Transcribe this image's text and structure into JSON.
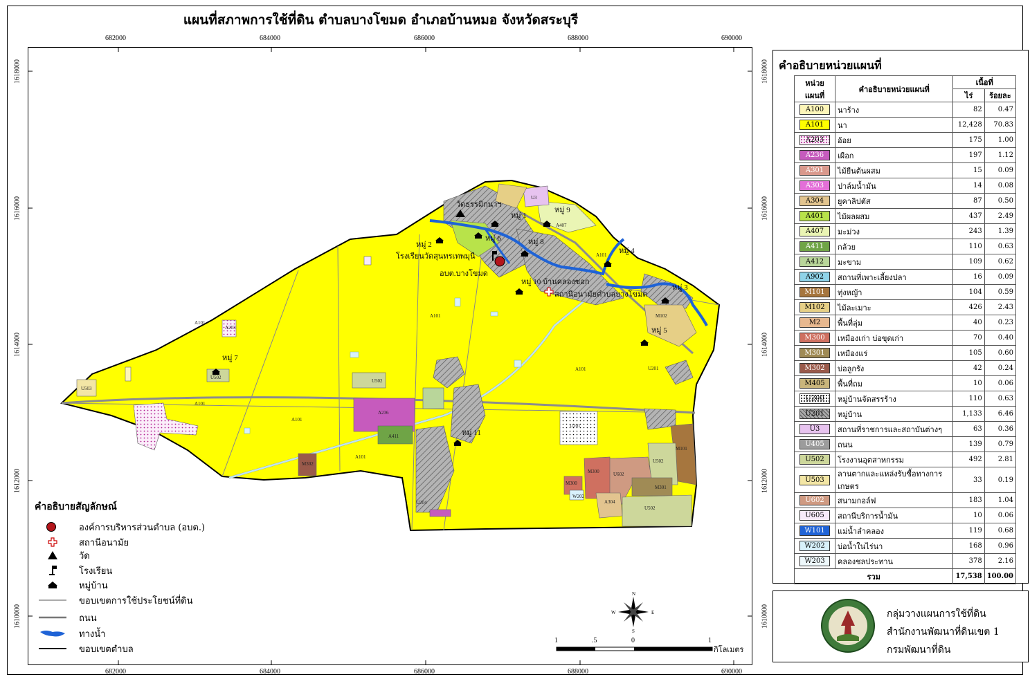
{
  "title": "แผนที่สภาพการใช้ที่ดิน ตำบลบางโขมด อำเภอบ้านหมอ จังหวัดสระบุรี",
  "x_ticks": [
    "682000",
    "684000",
    "686000",
    "688000",
    "690000"
  ],
  "y_ticks": [
    "1618000",
    "1616000",
    "1614000",
    "1612000",
    "1610000"
  ],
  "map_labels": {
    "moo1": "หมู่ 1",
    "moo2": "หมู่ 2",
    "moo3": "หมู่ 3",
    "moo4": "หมู่ 4",
    "moo5": "หมู่ 5",
    "moo6": "หมู่ 6",
    "moo7": "หมู่ 7",
    "moo8": "หมู่ 8",
    "moo9": "หมู่ 9",
    "moo10": "หมู่ 10 บ้านคลองซอก",
    "moo11": "หมู่ 11",
    "temple": "วัดธรรมิกนาฯ",
    "school": "โรงเรียนวัดสุนทรเทพมุนี",
    "sao": "อบต.บางโขมด",
    "health": "สถานีอนามัยตำบลบางโขมด",
    "a101_1": "A101",
    "a101_2": "A101",
    "a101_3": "A101",
    "a101_4": "A101",
    "a101_5": "A101",
    "a101_6": "A101",
    "a101_7": "A101",
    "a236": "A236",
    "a411": "A411",
    "a203": "A203",
    "u502_1": "U502",
    "u502_2": "U502",
    "u502_3": "U502",
    "u502_4": "U502",
    "u503": "U503",
    "u3": "U3",
    "a407": "A407",
    "m102": "M102",
    "m101": "M101",
    "m302": "M302",
    "m300": "M300",
    "m301": "M301",
    "u602": "U602",
    "a304": "A304",
    "w202": "W202",
    "u201": "U201",
    "u204": "U204",
    "u201b": "U201"
  },
  "legend": {
    "title": "คำอธิบายหน่วยแผนที่",
    "head_code": "หน่วยแผนที่",
    "head_desc": "คำอธิบายหน่วยแผนที่",
    "head_area": "เนื้อที่",
    "head_rai": "ไร่",
    "head_pct": "ร้อยละ",
    "rows": [
      {
        "code": "A100",
        "desc": "นาร้าง",
        "rai": "82",
        "pct": "0.47",
        "color": "#fdf5b8"
      },
      {
        "code": "A101",
        "desc": "นา",
        "rai": "12,428",
        "pct": "70.83",
        "color": "#ffff00"
      },
      {
        "code": "A203",
        "desc": "อ้อย",
        "rai": "175",
        "pct": "1.00",
        "color": "#f6eef6"
      },
      {
        "code": "A236",
        "desc": "เผือก",
        "rai": "197",
        "pct": "1.12",
        "color": "#c65bbd"
      },
      {
        "code": "A301",
        "desc": "ไม้ยืนต้นผสม",
        "rai": "15",
        "pct": "0.09",
        "color": "#d9988c"
      },
      {
        "code": "A303",
        "desc": "ปาล์มน้ำมัน",
        "rai": "14",
        "pct": "0.08",
        "color": "#e36fd8"
      },
      {
        "code": "A304",
        "desc": "ยูคาลิปตัส",
        "rai": "87",
        "pct": "0.50",
        "color": "#e2c48f"
      },
      {
        "code": "A401",
        "desc": "ไม้ผลผสม",
        "rai": "437",
        "pct": "2.49",
        "color": "#b8e34a"
      },
      {
        "code": "A407",
        "desc": "มะม่วง",
        "rai": "243",
        "pct": "1.39",
        "color": "#eaf5b4"
      },
      {
        "code": "A411",
        "desc": "กล้วย",
        "rai": "110",
        "pct": "0.63",
        "color": "#6fa446"
      },
      {
        "code": "A412",
        "desc": "มะขาม",
        "rai": "109",
        "pct": "0.62",
        "color": "#b9d69a"
      },
      {
        "code": "A902",
        "desc": "สถานที่เพาะเลี้ยงปลา",
        "rai": "16",
        "pct": "0.09",
        "color": "#8fd3e8"
      },
      {
        "code": "M101",
        "desc": "ทุ่งหญ้า",
        "rai": "104",
        "pct": "0.59",
        "color": "#a6763e"
      },
      {
        "code": "M102",
        "desc": "ไม้ละเมาะ",
        "rai": "426",
        "pct": "2.43",
        "color": "#e6cf86"
      },
      {
        "code": "M2",
        "desc": "พื้นที่ลุ่ม",
        "rai": "40",
        "pct": "0.23",
        "color": "#e7b88f"
      },
      {
        "code": "M300",
        "desc": "เหมืองเก่า บ่อขุดเก่า",
        "rai": "70",
        "pct": "0.40",
        "color": "#cf7060"
      },
      {
        "code": "M301",
        "desc": "เหมืองแร่",
        "rai": "105",
        "pct": "0.60",
        "color": "#a08b55"
      },
      {
        "code": "M302",
        "desc": "บ่อลูกรัง",
        "rai": "42",
        "pct": "0.24",
        "color": "#9a5a4b"
      },
      {
        "code": "M405",
        "desc": "พื้นที่ถม",
        "rai": "10",
        "pct": "0.06",
        "color": "#c9b57b"
      },
      {
        "code": "U200",
        "desc": "หมู่บ้านจัดสรรร้าง",
        "rai": "110",
        "pct": "0.63",
        "color": "#ffffff"
      },
      {
        "code": "U201",
        "desc": "หมู่บ้าน",
        "rai": "1,133",
        "pct": "6.46",
        "color": "#aaaaaa"
      },
      {
        "code": "U3",
        "desc": "สถานที่ราชการและสถาบันต่างๆ",
        "rai": "63",
        "pct": "0.36",
        "color": "#e7c3ef"
      },
      {
        "code": "U405",
        "desc": "ถนน",
        "rai": "139",
        "pct": "0.79",
        "color": "#9c9c9c"
      },
      {
        "code": "U502",
        "desc": "โรงงานอุตสาหกรรม",
        "rai": "492",
        "pct": "2.81",
        "color": "#cdd79b"
      },
      {
        "code": "U503",
        "desc": "ลานตากและแหล่งรับซื้อทางการเกษตร",
        "rai": "33",
        "pct": "0.19",
        "color": "#f3e6a5"
      },
      {
        "code": "U602",
        "desc": "สนามกอล์ฟ",
        "rai": "183",
        "pct": "1.04",
        "color": "#cf9a82"
      },
      {
        "code": "U605",
        "desc": "สถานีบริการน้ำมัน",
        "rai": "10",
        "pct": "0.06",
        "color": "#f7eafa"
      },
      {
        "code": "W101",
        "desc": "แม่น้ำลำคลอง",
        "rai": "119",
        "pct": "0.68",
        "color": "#1f63d6"
      },
      {
        "code": "W202",
        "desc": "บ่อน้ำในไร่นา",
        "rai": "168",
        "pct": "0.96",
        "color": "#d8f1fb"
      },
      {
        "code": "W203",
        "desc": "คลองชลประทาน",
        "rai": "378",
        "pct": "2.16",
        "color": "#eef8fb"
      }
    ],
    "total_label": "รวม",
    "total_rai": "17,538",
    "total_pct": "100.00"
  },
  "symbols": {
    "title": "คำอธิบายสัญลักษณ์",
    "items": [
      {
        "label": "องค์การบริหารส่วนตำบล (อบต.)",
        "icon": "sao-icon"
      },
      {
        "label": "สถานีอนามัย",
        "icon": "health-cross-icon"
      },
      {
        "label": "วัด",
        "icon": "temple-triangle-icon"
      },
      {
        "label": "โรงเรียน",
        "icon": "school-flag-icon"
      },
      {
        "label": "หมู่บ้าน",
        "icon": "village-house-icon"
      },
      {
        "label": "ขอบเขตการใช้ประโยชน์ที่ดิน",
        "icon": "landuse-boundary-icon"
      },
      {
        "label": "ถนน",
        "icon": "road-line-icon"
      },
      {
        "label": "ทางน้ำ",
        "icon": "waterway-icon"
      },
      {
        "label": "ขอบเขตตำบล",
        "icon": "subdistrict-boundary-icon"
      }
    ]
  },
  "scale": {
    "t1": "1",
    "t2": ".5",
    "t3": "0",
    "t4": "1",
    "unit": "กิโลเมตร"
  },
  "north": {
    "n": "N",
    "s": "S",
    "e": "E",
    "w": "W"
  },
  "agency": {
    "line1": "กลุ่มวางแผนการใช้ที่ดิน",
    "line2": "สำนักงานพัฒนาที่ดินเขต 1",
    "line3": "กรมพัฒนาที่ดิน"
  },
  "colors": {
    "rice": "#ffff00",
    "river": "#1f63d6",
    "village": "#aaaaaa",
    "sao": "#b3151b"
  }
}
